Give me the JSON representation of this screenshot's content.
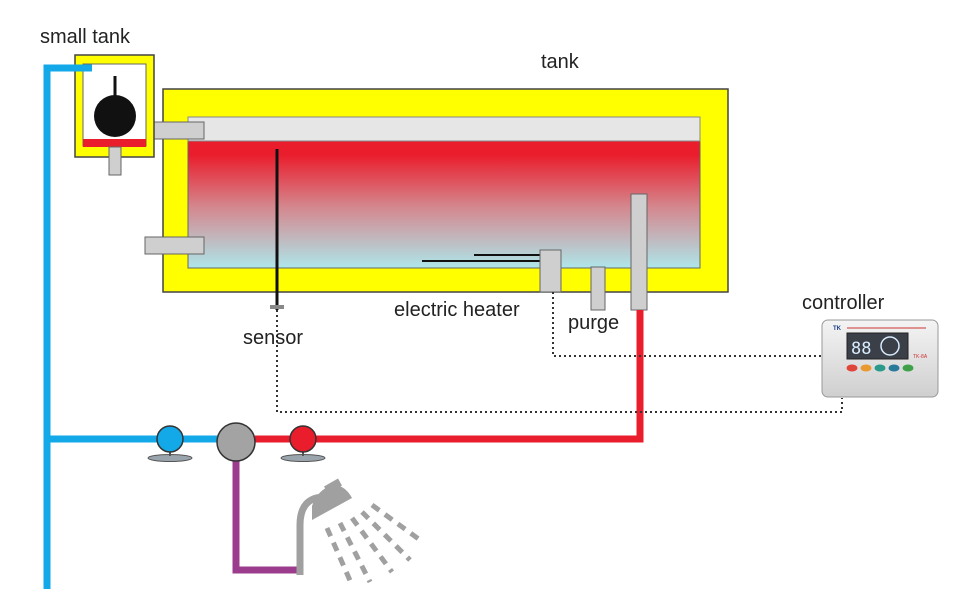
{
  "labels": {
    "small_tank": "small tank",
    "tank": "tank",
    "electric_heater": "electric heater",
    "purge": "purge",
    "sensor": "sensor",
    "controller": "controller"
  },
  "controller_display": {
    "brand": "TK",
    "model": "TK-8A",
    "digits": "88"
  },
  "colors": {
    "tank_shell": "#ffff00",
    "hot_water": "#ea1d2c",
    "cold_water": "#aee6ea",
    "cold_pipe": "#13a9e8",
    "hot_pipe": "#ea1d2c",
    "mixed_pipe": "#9b3d8c",
    "fitting_gray": "#cfcfcf"
  },
  "icons": [
    "float-ball-icon",
    "cold-valve-icon",
    "mixing-valve-icon",
    "hot-valve-icon",
    "shower-head-icon",
    "controller-device-icon"
  ]
}
